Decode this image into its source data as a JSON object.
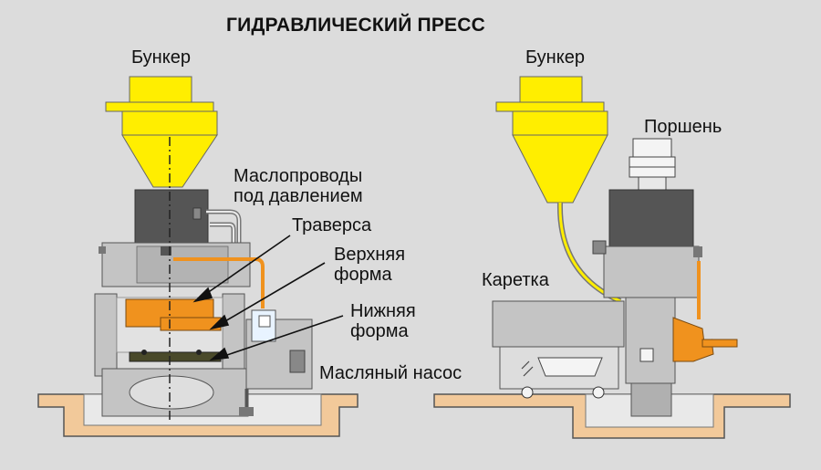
{
  "title": "ГИДРАВЛИЧЕСКИЙ ПРЕСС",
  "left_press": {
    "hopper_label": "Бункер",
    "oil_lines_label_line1": "Маслопроводы",
    "oil_lines_label_line2": "под давлением",
    "crosshead_label": "Траверса",
    "upper_mold_label_line1": "Верхняя",
    "upper_mold_label_line2": "форма",
    "lower_mold_label_line1": "Нижняя",
    "lower_mold_label_line2": "форма",
    "oil_pump_label": "Масляный насос"
  },
  "right_press": {
    "hopper_label": "Бункер",
    "piston_label": "Поршень",
    "carriage_label": "Каретка"
  },
  "colors": {
    "background": "#dcdcdc",
    "hopper": "#ffee00",
    "floor": "#f2c99a",
    "mold": "#f0921e",
    "oil_line": "#f0921e",
    "machine_light": "#c4c4c4",
    "machine_dark": "#555555"
  }
}
